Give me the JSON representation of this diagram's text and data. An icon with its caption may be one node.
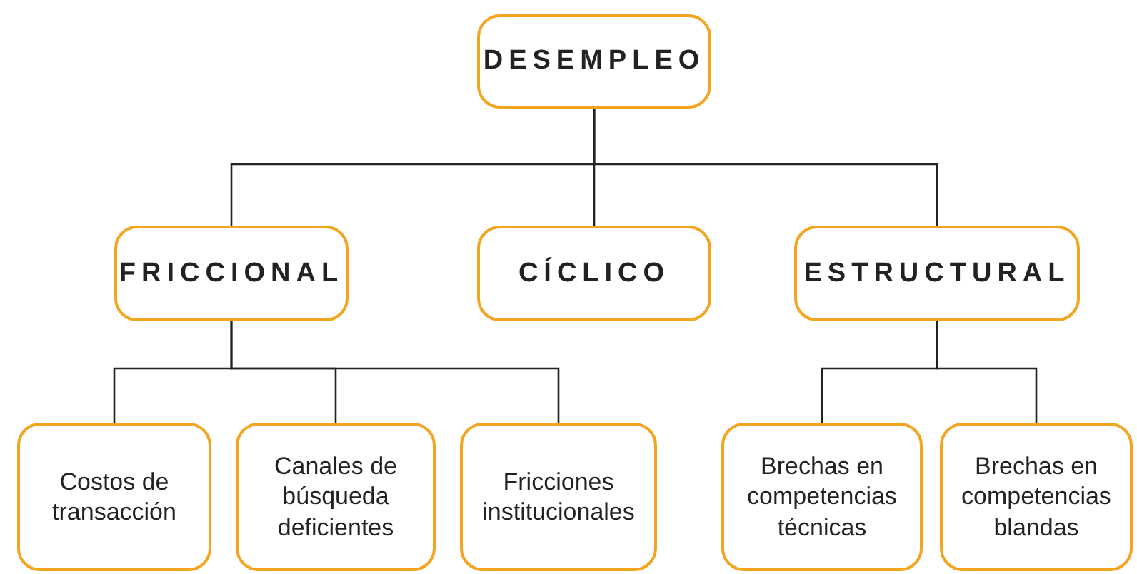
{
  "diagram": {
    "nodes": [
      {
        "text": [
          "DESEMPLEO"
        ]
      },
      {
        "text": [
          "FRICCIONAL"
        ]
      },
      {
        "text": [
          "CÍCLICO"
        ]
      },
      {
        "text": [
          "ESTRUCTURAL"
        ]
      },
      {
        "text": [
          "Costos de transacción"
        ]
      },
      {
        "text": [
          "Canales de búsqueda deficientes"
        ]
      },
      {
        "text": [
          "Fricciones institucionales"
        ]
      },
      {
        "text": [
          "Brechas en competencias técnicas"
        ]
      },
      {
        "text": [
          "Brechas en competencias blandas"
        ]
      }
    ],
    "edges": [
      {
        "from": 0,
        "to": 1,
        "arrow": "none"
      },
      {
        "from": 0,
        "to": 2,
        "arrow": "none"
      },
      {
        "from": 0,
        "to": 3,
        "arrow": "none"
      },
      {
        "from": 1,
        "to": 4,
        "arrow": "none"
      },
      {
        "from": 1,
        "to": 5,
        "arrow": "none"
      },
      {
        "from": 1,
        "to": 6,
        "arrow": "none"
      },
      {
        "from": 3,
        "to": 7,
        "arrow": "none"
      },
      {
        "from": 3,
        "to": 8,
        "arrow": "none"
      }
    ]
  }
}
